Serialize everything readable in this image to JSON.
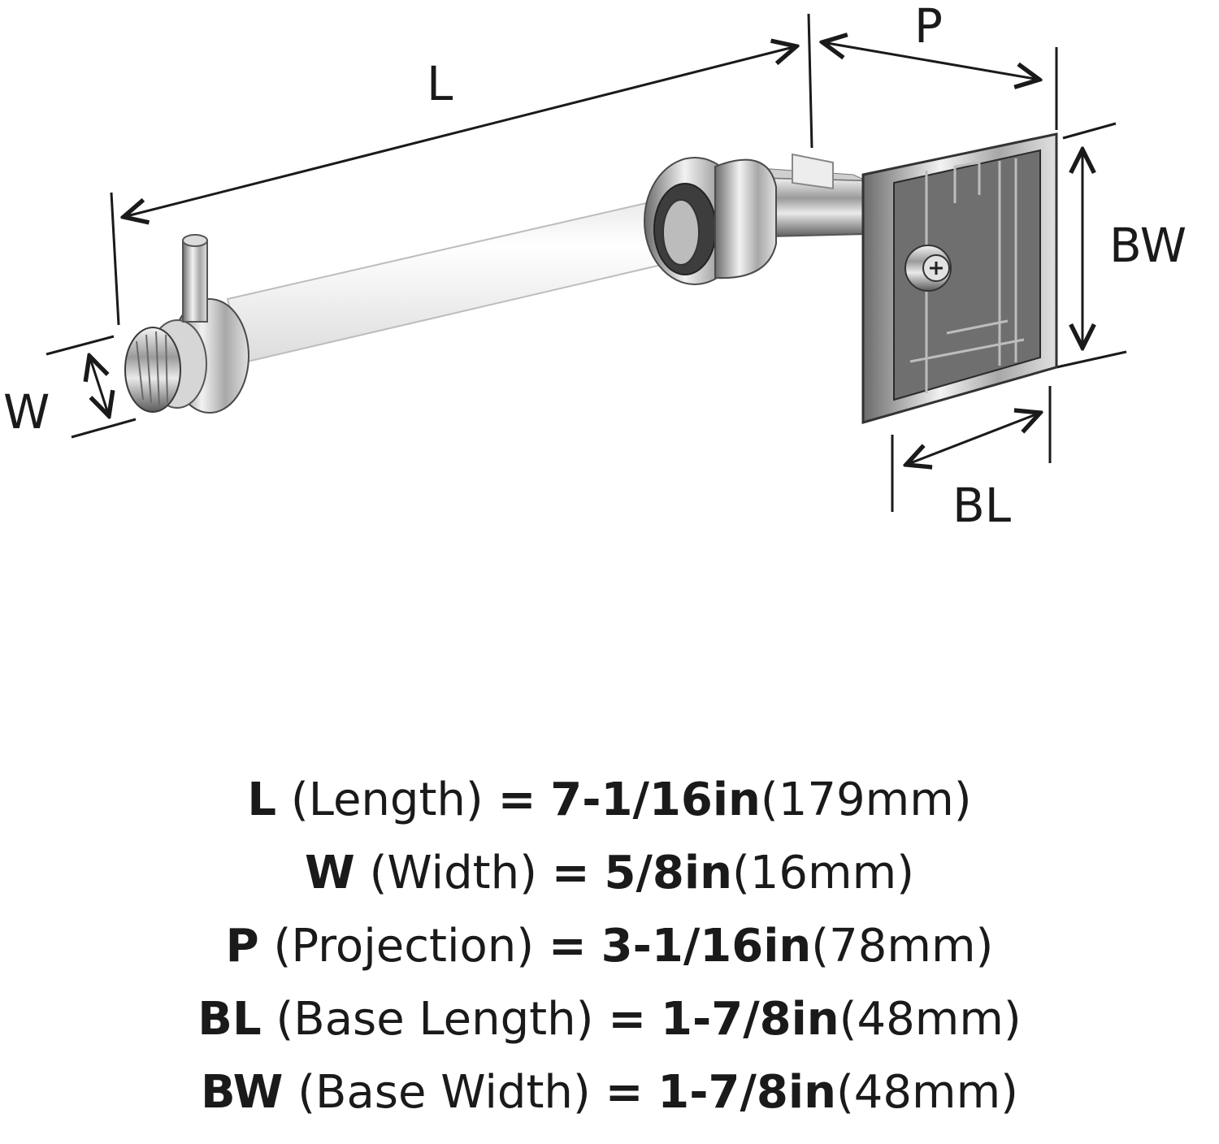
{
  "diagram": {
    "labels": {
      "length": "L",
      "projection": "P",
      "base_width": "BW",
      "width": "W",
      "base_length": "BL"
    }
  },
  "specs": [
    {
      "key": "L",
      "name": "(Length)",
      "eq": "=",
      "imperial": "7-1/16in",
      "metric": "(179mm)"
    },
    {
      "key": "W",
      "name": "(Width)",
      "eq": "=",
      "imperial": "5/8in",
      "metric": "(16mm)"
    },
    {
      "key": "P",
      "name": "(Projection)",
      "eq": "=",
      "imperial": "3-1/16in",
      "metric": "(78mm)"
    },
    {
      "key": "BL",
      "name": "(Base Length)",
      "eq": "=",
      "imperial": "1-7/8in",
      "metric": "(48mm)"
    },
    {
      "key": "BW",
      "name": "(Base Width)",
      "eq": "=",
      "imperial": "1-7/8in",
      "metric": "(48mm)"
    }
  ]
}
